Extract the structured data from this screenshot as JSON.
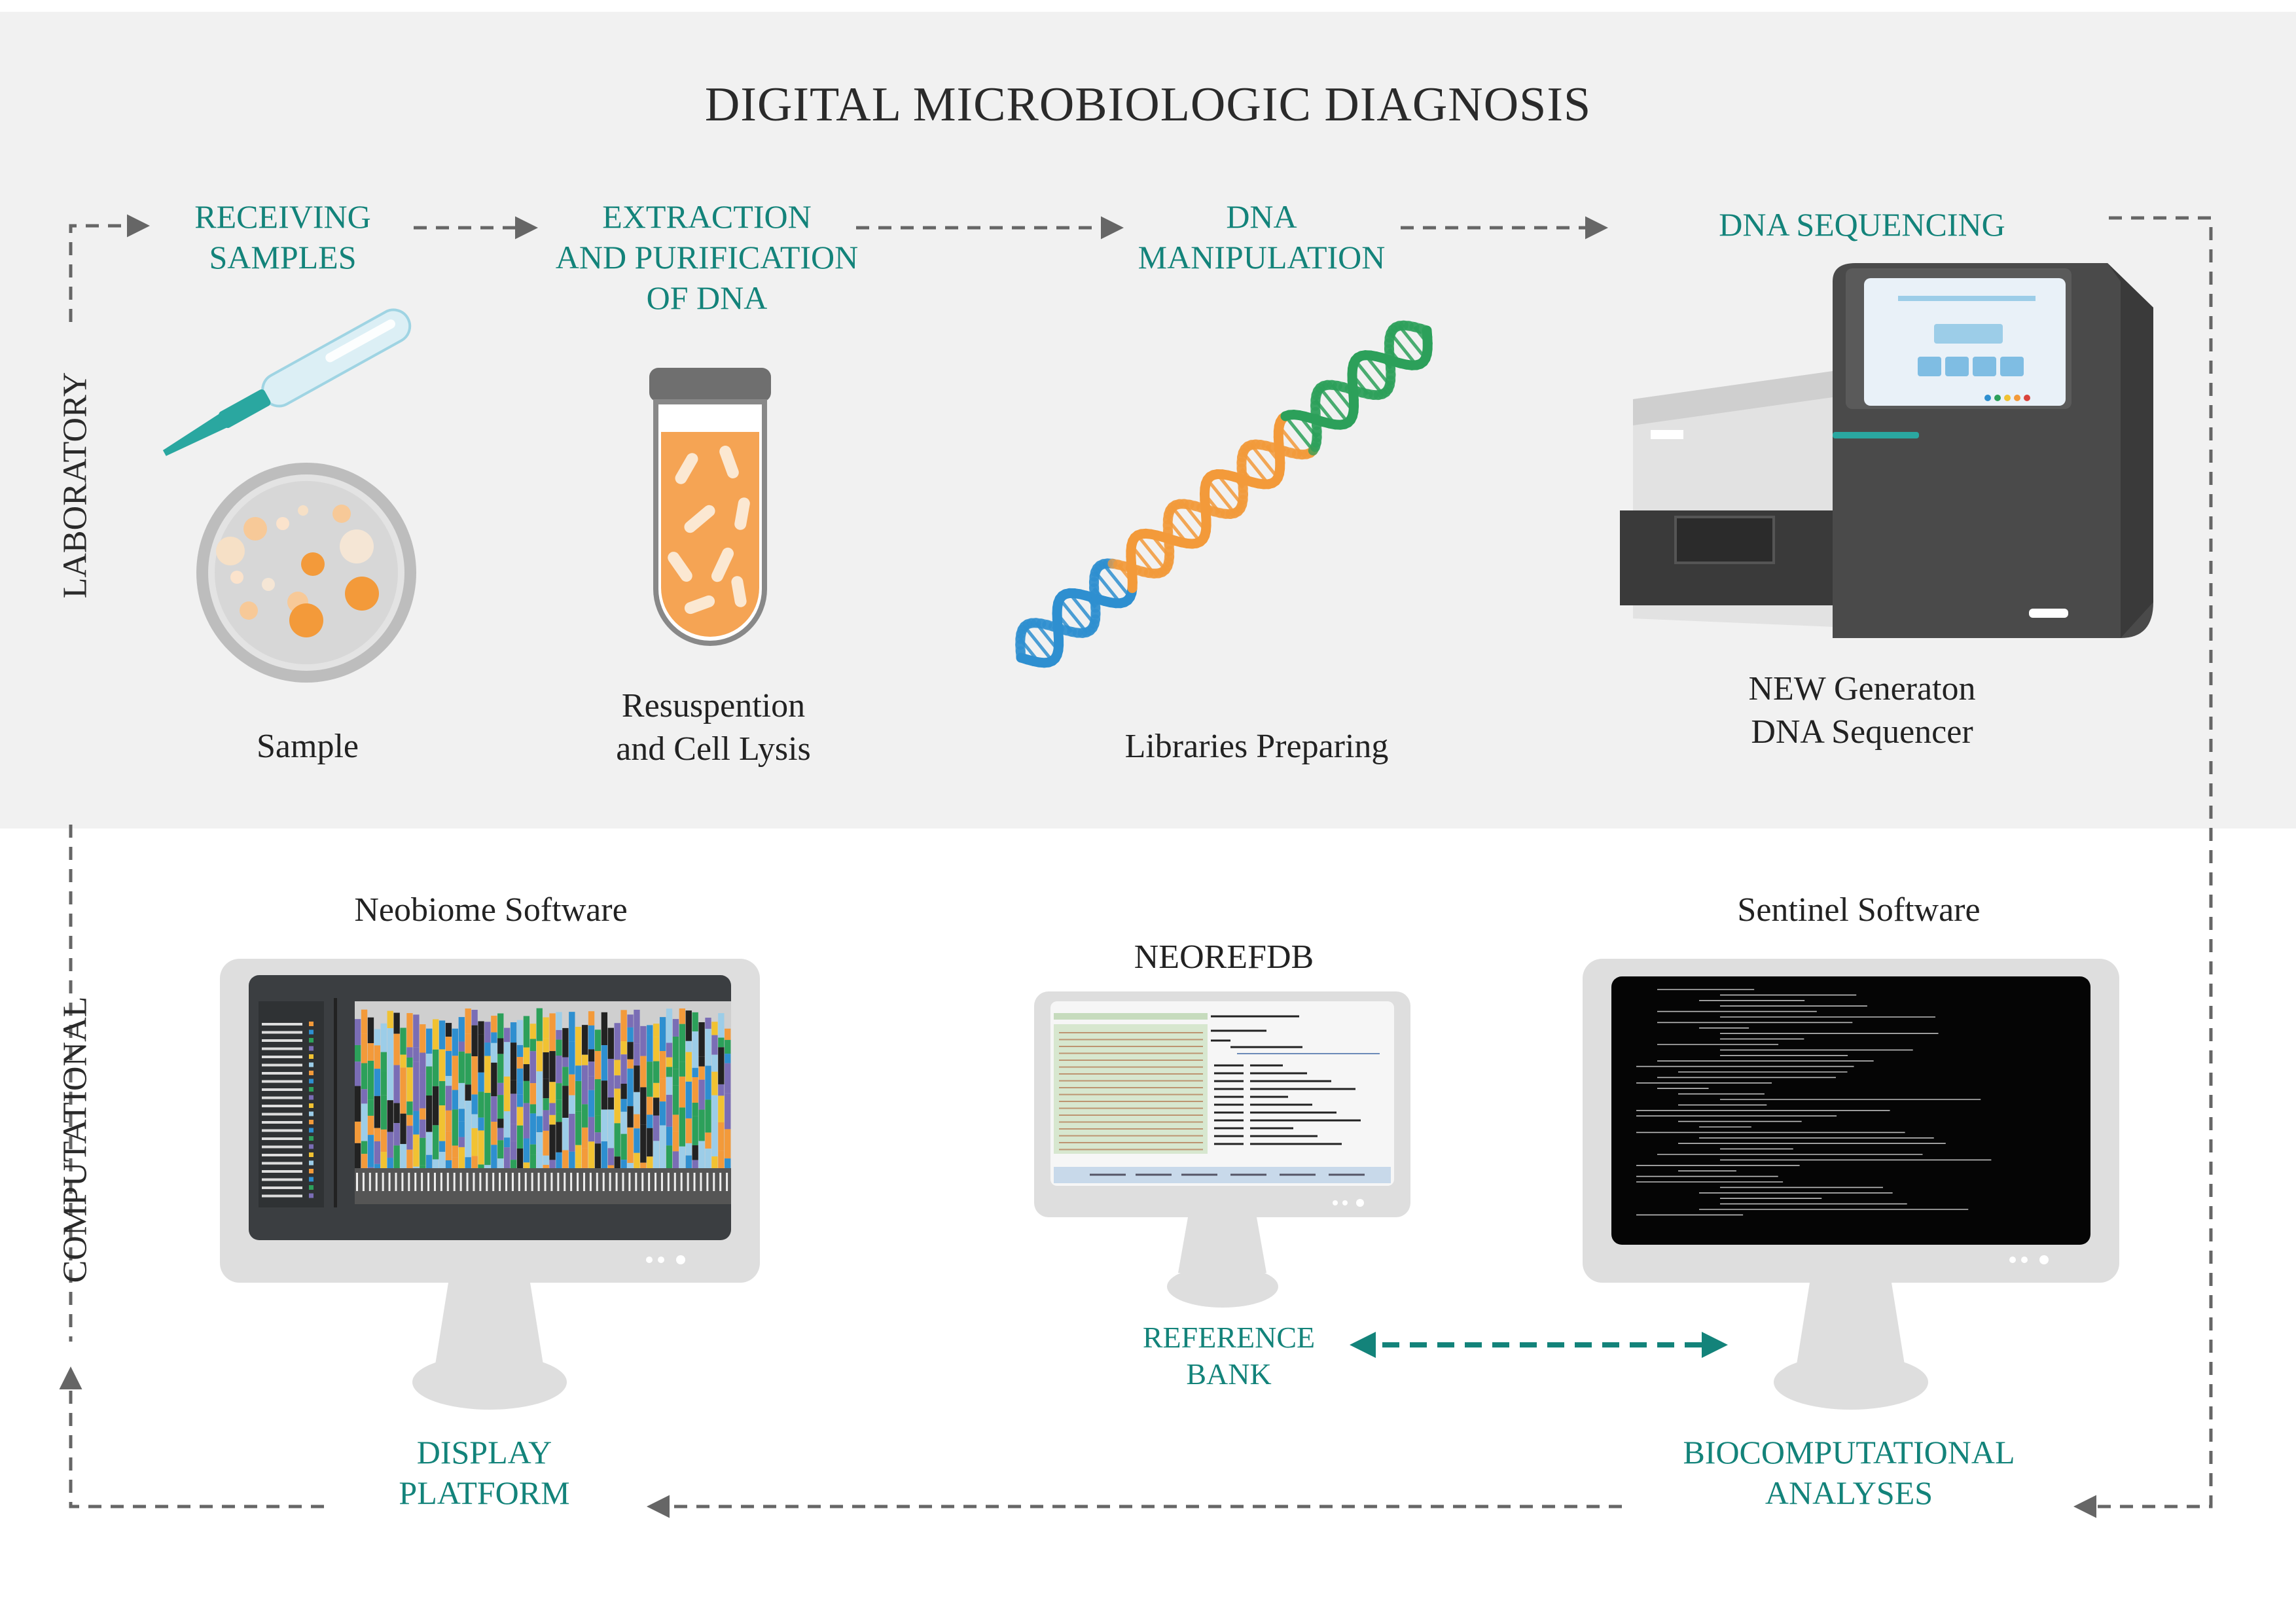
{
  "title": "DIGITAL MICROBIOLOGIC DIAGNOSIS",
  "side_labels": {
    "laboratory": "LABORATORY",
    "computational": "COMPUTATIONAL"
  },
  "steps": {
    "receiving": [
      "RECEIVING",
      "SAMPLES"
    ],
    "extraction": [
      "EXTRACTION",
      "AND PURIFICATION",
      "OF DNA"
    ],
    "manipulation": [
      "DNA",
      "MANIPULATION"
    ],
    "sequencing": [
      "DNA SEQUENCING"
    ],
    "reference": [
      "REFERENCE",
      "BANK"
    ],
    "biocomp": [
      "BIOCOMPUTATIONAL",
      "ANALYSES"
    ],
    "display": [
      "DISPLAY",
      "PLATFORM"
    ]
  },
  "captions": {
    "sample": "Sample",
    "lysis": [
      "Resuspention",
      "and Cell Lysis"
    ],
    "libraries": "Libraries Preparing",
    "sequencer": [
      "NEW Generaton",
      "DNA Sequencer"
    ],
    "neobiome": "Neobiome Software",
    "neorefdb": "NEOREFDB",
    "sentinel": "Sentinel Software"
  },
  "colors": {
    "teal": "#13837a",
    "band": "#f1f1f1",
    "orange": "#f39a3a",
    "blue": "#2e8fd0",
    "green": "#2ca05a",
    "purple": "#7a6db5",
    "monitor": "#dedede"
  }
}
